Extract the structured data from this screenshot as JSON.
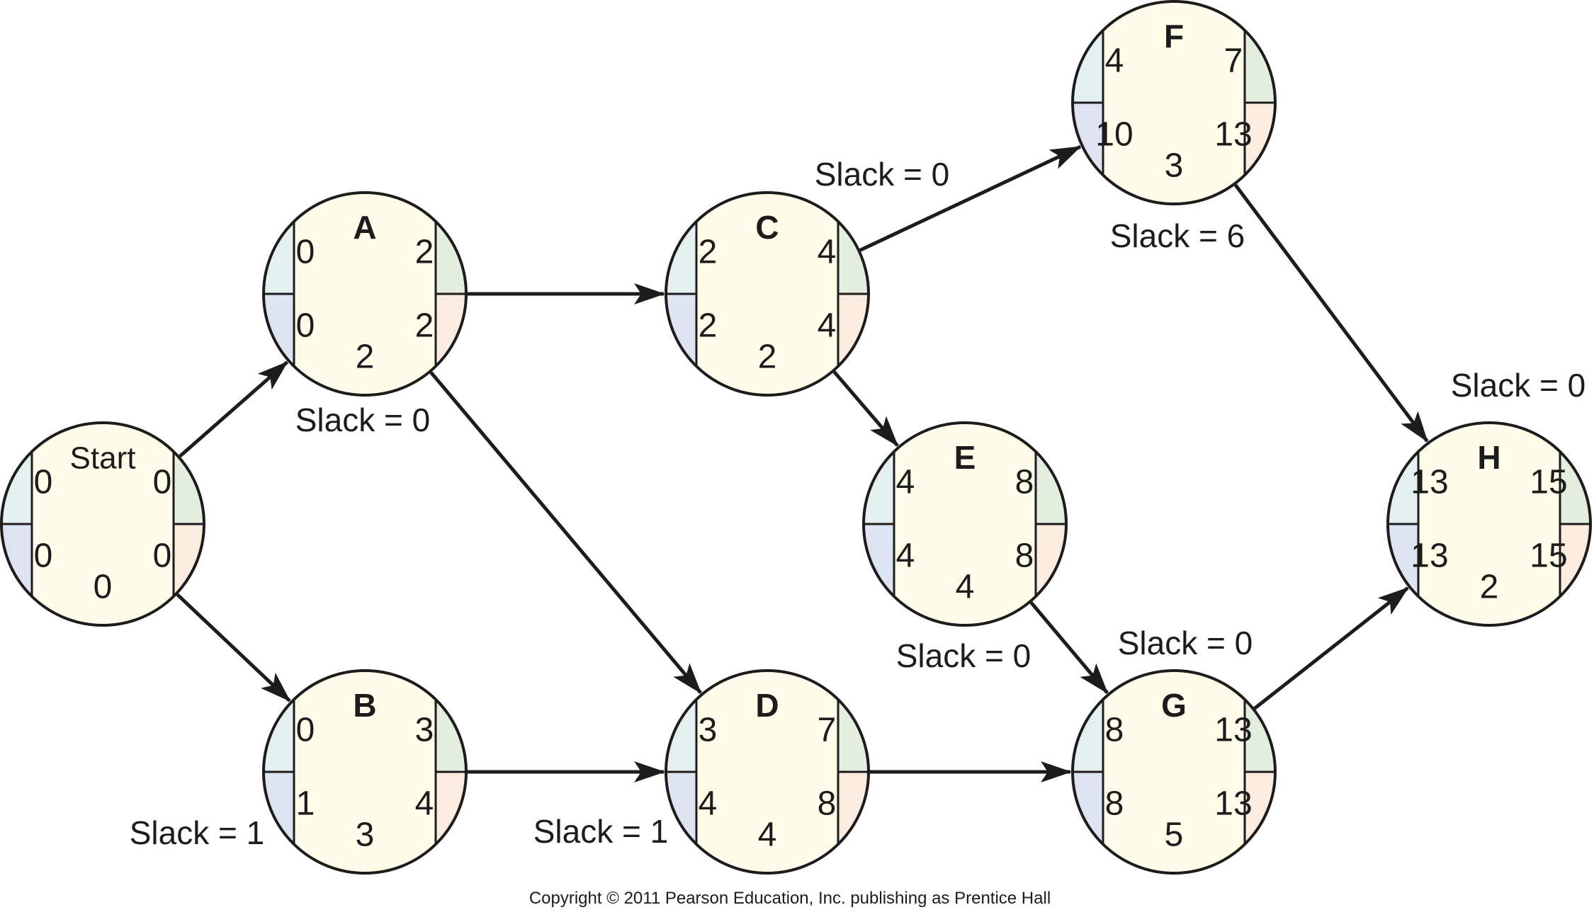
{
  "colors": {
    "es": "#e3f0ef",
    "ef": "#e3eedf",
    "ls": "#dde3f1",
    "lf": "#fcebdf",
    "center": "#fffdea",
    "line": "#1c1c1c"
  },
  "nodes": [
    {
      "id": "Start",
      "name": "Start",
      "es": "0",
      "ef": "0",
      "ls": "0",
      "lf": "0",
      "duration": "0"
    },
    {
      "id": "A",
      "name": "A",
      "es": "0",
      "ef": "2",
      "ls": "0",
      "lf": "2",
      "duration": "2"
    },
    {
      "id": "B",
      "name": "B",
      "es": "0",
      "ef": "3",
      "ls": "1",
      "lf": "4",
      "duration": "3"
    },
    {
      "id": "C",
      "name": "C",
      "es": "2",
      "ef": "4",
      "ls": "2",
      "lf": "4",
      "duration": "2"
    },
    {
      "id": "D",
      "name": "D",
      "es": "3",
      "ef": "7",
      "ls": "4",
      "lf": "8",
      "duration": "4"
    },
    {
      "id": "E",
      "name": "E",
      "es": "4",
      "ef": "8",
      "ls": "4",
      "lf": "8",
      "duration": "4"
    },
    {
      "id": "F",
      "name": "F",
      "es": "4",
      "ef": "7",
      "ls": "10",
      "lf": "13",
      "duration": "3"
    },
    {
      "id": "G",
      "name": "G",
      "es": "8",
      "ef": "13",
      "ls": "8",
      "lf": "13",
      "duration": "5"
    },
    {
      "id": "H",
      "name": "H",
      "es": "13",
      "ef": "15",
      "ls": "13",
      "lf": "15",
      "duration": "2"
    }
  ],
  "edges": [
    [
      "Start",
      "A"
    ],
    [
      "Start",
      "B"
    ],
    [
      "A",
      "C"
    ],
    [
      "A",
      "D"
    ],
    [
      "B",
      "D"
    ],
    [
      "C",
      "F"
    ],
    [
      "C",
      "E"
    ],
    [
      "D",
      "G"
    ],
    [
      "E",
      "G"
    ],
    [
      "F",
      "H"
    ],
    [
      "G",
      "H"
    ]
  ],
  "slack_labels": [
    {
      "node": "A",
      "text": "Slack = 0"
    },
    {
      "node": "B",
      "text": "Slack = 1"
    },
    {
      "node": "C",
      "text": "Slack = 0"
    },
    {
      "node": "D",
      "text": "Slack = 1"
    },
    {
      "node": "E",
      "text": "Slack = 0"
    },
    {
      "node": "F",
      "text": "Slack = 6"
    },
    {
      "node": "G",
      "text": "Slack = 0"
    },
    {
      "node": "H",
      "text": "Slack = 0"
    }
  ],
  "copyright": "Copyright © 2011 Pearson Education, Inc. publishing as Prentice Hall"
}
